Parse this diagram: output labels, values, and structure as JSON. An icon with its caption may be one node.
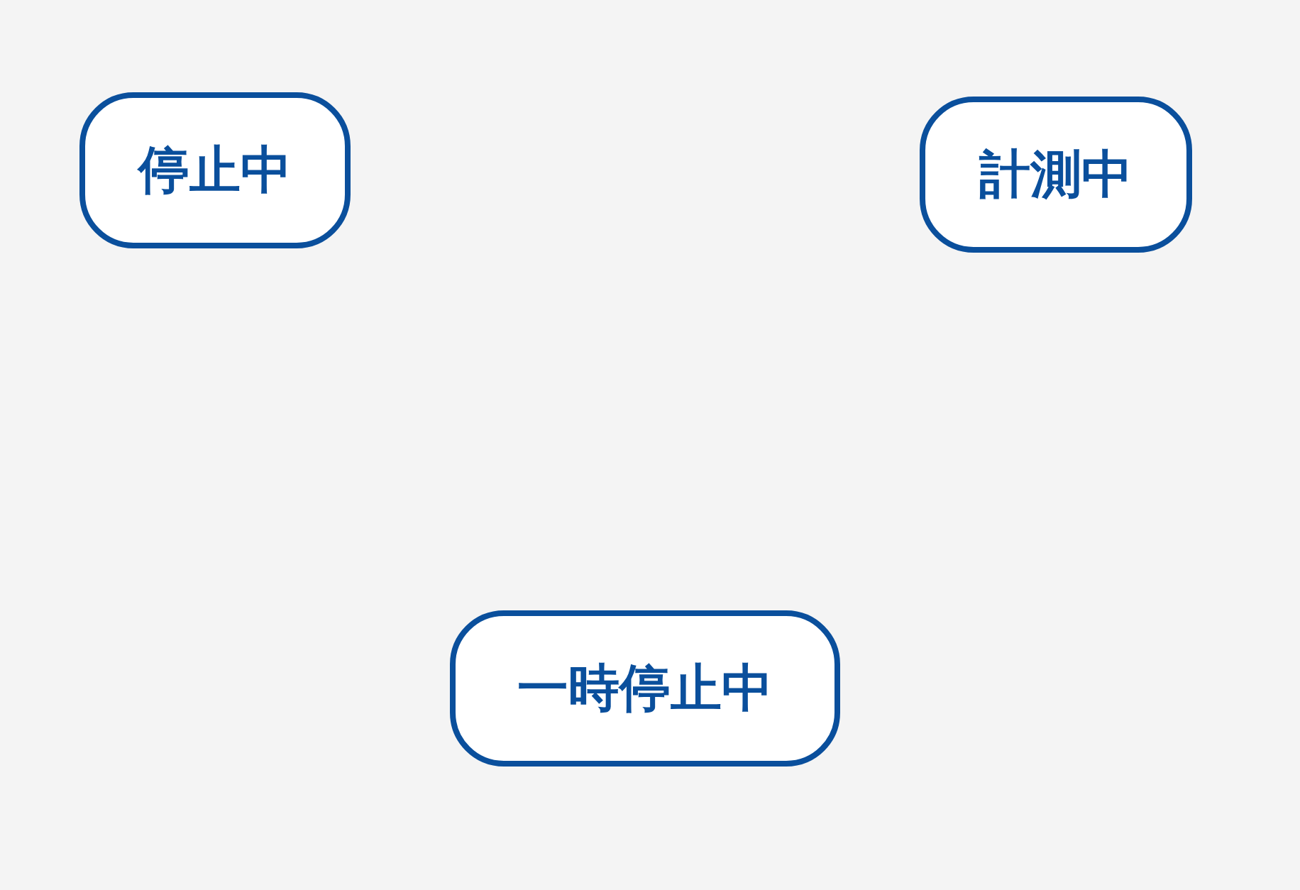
{
  "diagram": {
    "nodes": [
      {
        "text": [
          "停止中"
        ]
      },
      {
        "text": [
          "計測中"
        ]
      },
      {
        "text": [
          "一時停止中"
        ]
      }
    ]
  }
}
